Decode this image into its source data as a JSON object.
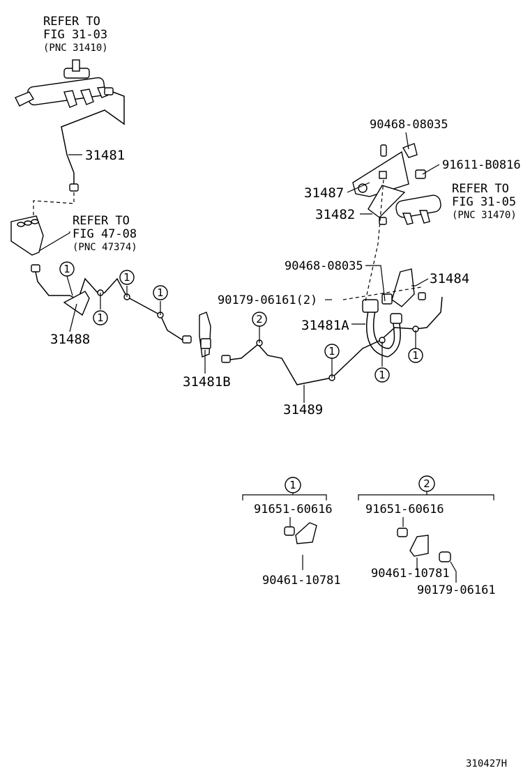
{
  "parts": {
    "p31481": "31481",
    "p31487": "31487",
    "p31482": "31482",
    "p31484": "31484",
    "p31488": "31488",
    "p31481A": "31481A",
    "p31481B": "31481B",
    "p31489": "31489",
    "p90468a": "90468-08035",
    "p90468b": "90468-08035",
    "p91611": "91611-B0816",
    "p90179": "90179-06161(2)"
  },
  "refs": {
    "r3103": {
      "line1": "REFER TO",
      "line2": "FIG 31-03",
      "line3": "(PNC 31410)"
    },
    "r4708": {
      "line1": "REFER TO",
      "line2": "FIG 47-08",
      "line3": "(PNC 47374)"
    },
    "r3105": {
      "line1": "REFER TO",
      "line2": "FIG 31-05",
      "line3": "(PNC 31470)"
    }
  },
  "clamp_markers": {
    "one": "1",
    "two": "2"
  },
  "legend": {
    "set1": {
      "marker": "1",
      "bolt": "91651-60616",
      "clamp": "90461-10781"
    },
    "set2": {
      "marker": "2",
      "bolt": "91651-60616",
      "clamp": "90461-10781",
      "nut": "90179-06161"
    }
  },
  "figure_code": "310427H"
}
